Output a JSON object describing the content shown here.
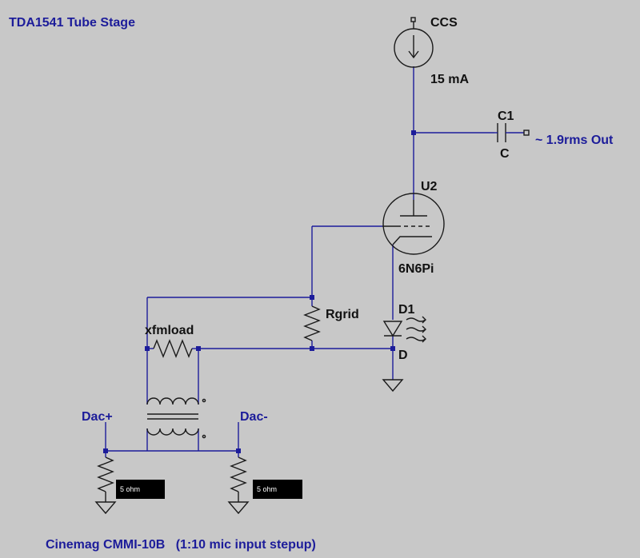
{
  "title": "TDA1541 Tube Stage",
  "footer": "Cinemag CMMI-10B   (1:10 mic input stepup)",
  "labels": {
    "ccs": "CCS",
    "ccs_current": "15 mA",
    "c1": "C1",
    "c1_value": "C",
    "output": "~ 1.9rms Out",
    "u2": "U2",
    "u2_value": "6N6Pi",
    "d1": "D1",
    "d1_value": "D",
    "rgrid": "Rgrid",
    "xfmload": "xfmload",
    "dac_plus": "Dac+",
    "dac_minus": "Dac-",
    "r_left_value": "5 ohm",
    "r_right_value": "5 ohm"
  },
  "colors": {
    "background": "#c8c8c8",
    "wire": "#1c1c9a",
    "component": "#1a1a1a"
  }
}
